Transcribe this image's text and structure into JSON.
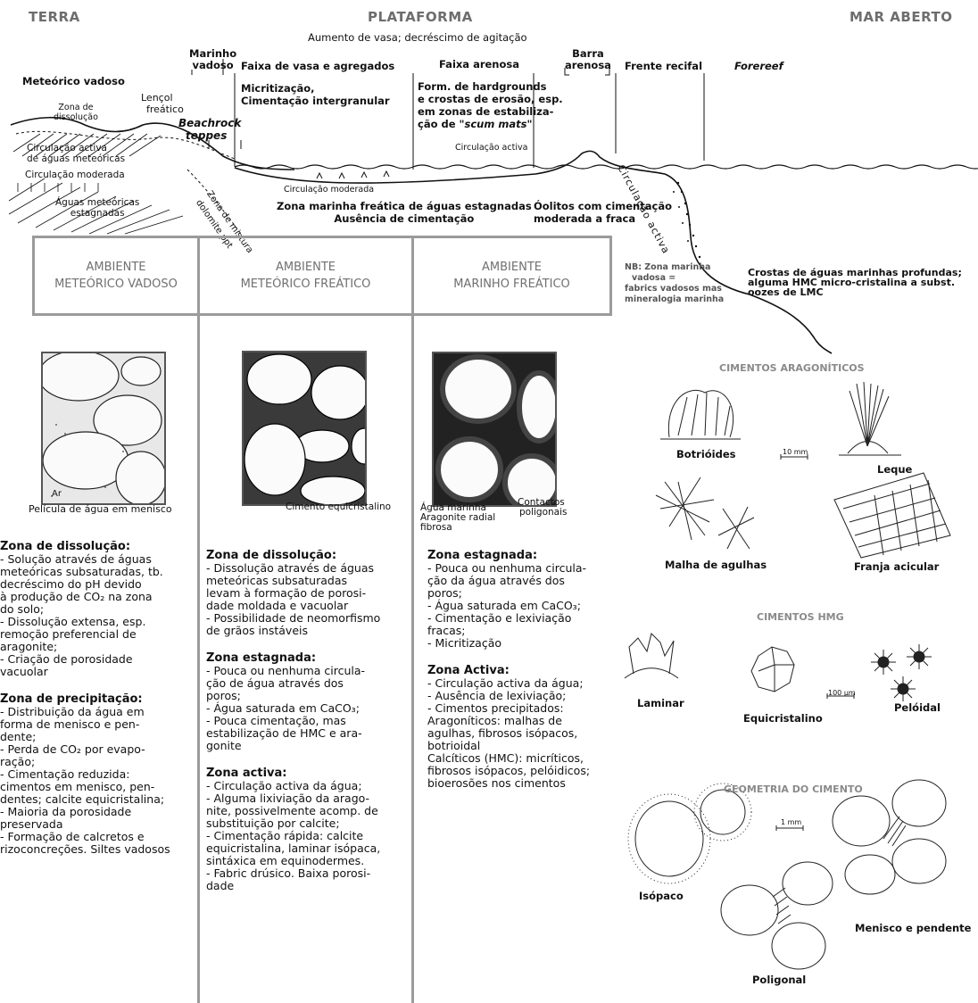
{
  "headers": {
    "terra": "TERRA",
    "plataforma": "PLATAFORMA",
    "mar_aberto": "MAR ABERTO"
  },
  "gradient_note": "Aumento de vasa; decréscimo de agitação",
  "zones": {
    "marinho_vadoso": [
      "Marinho",
      "vadoso"
    ],
    "faixa_vasa": "Faixa de vasa e agregados",
    "faixa_arenosa": "Faixa arenosa",
    "barra_arenosa": [
      "Barra",
      "arenosa"
    ],
    "frente_recifal": "Frente recifal",
    "forereef": "Forereef"
  },
  "profile_labels": {
    "meteorico_vadoso": "Meteórico vadoso",
    "zona_dissolucao": [
      "Zona de",
      "dissolução"
    ],
    "lencol_freatico": [
      "Lençol",
      "freático"
    ],
    "beachrock": [
      "Beachrock",
      "teppes"
    ],
    "micritizacao": [
      "Micritização,",
      "Cimentação intergranular"
    ],
    "hardgrounds": [
      "Form. de hardgrounds",
      "e crostas de erosão, esp.",
      "em zonas de estabiliza-",
      "ção de "
    ],
    "scum_mats": "\"scum mats\"",
    "circulacao_activa_top": "Circulação activa",
    "circ_activa_meteoricas": [
      "Circulação activa",
      "de águas meteóricas"
    ],
    "circ_moderada_left": "Circulação moderada",
    "aguas_estagnadas": [
      "Águas meteóricas",
      "estagnadas"
    ],
    "zona_mistura": "Zona de mistura",
    "dolomite": "dolomite ppt",
    "circ_moderada_center": "Circulação moderada",
    "zona_marinha_freatica": [
      "Zona marinha freática de águas estagnadas",
      "Ausência de cimentação"
    ],
    "oolitos": [
      "Óolitos com cimentação",
      "moderada a fraca"
    ],
    "circulacao_activa_slope": "Circulação activa",
    "nb_note": [
      "NB: Zona marinha",
      "vadosa =",
      "fabrics vadosos  mas",
      "mineralogia marinha"
    ],
    "crostas": [
      "Crostas de águas marinhas profundas;",
      "alguma HMC micro-cristalina a subst.",
      "oozes de LMC"
    ]
  },
  "environments": [
    {
      "line1": "AMBIENTE",
      "line2": "METEÓRICO VADOSO"
    },
    {
      "line1": "AMBIENTE",
      "line2": "METEÓRICO FREÁTICO"
    },
    {
      "line1": "AMBIENTE",
      "line2": "MARINHO FREÁTICO"
    }
  ],
  "photo_captions": {
    "vadoso": "Película de água em menisco",
    "ar": "Ar",
    "freatico": "Cimento equicristalino",
    "marinho_left": [
      "Água marinha",
      "Aragonite radial",
      "fibrosa"
    ],
    "marinho_right": [
      "Contactos",
      "poligonais"
    ]
  },
  "columns": [
    {
      "sections": [
        {
          "title": "Zona de dissolução:",
          "text": "- Solução através de águas\nmeteóricas subsaturadas, tb.\ndecréscimo do pH devido\nà produção de CO₂ na zona\ndo solo;\n- Dissolução extensa, esp.\nremoção preferencial de\naragonite;\n- Criação de porosidade\nvacuolar"
        },
        {
          "title": "Zona de precipitação:",
          "text": "- Distribuição da água em\nforma de menisco e pen-\ndente;\n- Perda de CO₂ por evapo-\nração;\n- Cimentação reduzida:\ncimentos em menisco, pen-\ndentes; calcite equicristalina;\n- Maioria da porosidade\npreservada\n- Formação de calcretos e\nrizoconcreções. Siltes vadosos"
        }
      ]
    },
    {
      "sections": [
        {
          "title": "Zona de dissolução:",
          "text": "- Dissolução através de águas\n  meteóricas subsaturadas\nlevam à formação de porosi-\ndade moldada e vacuolar\n- Possibilidade de neomorfismo\nde grãos instáveis"
        },
        {
          "title": "Zona estagnada:",
          "text": "- Pouca ou nenhuma circula-\nção de água através dos\nporos;\n- Água saturada em CaCO₃;\n- Pouca cimentação, mas\nestabilização de HMC e ara-\ngonite"
        },
        {
          "title": "Zona activa:",
          "text": "- Circulação activa da água;\n- Alguma lixiviação da arago-\nnite, possivelmente acomp. de\nsubstituição por calcite;\n- Cimentação rápida: calcite\nequicristalina, laminar isópaca,\nsintáxica em equinodermes.\n- Fabric drúsico. Baixa porosi-\ndade"
        }
      ]
    },
    {
      "sections": [
        {
          "title": "Zona estagnada:",
          "text": "- Pouca ou nenhuma circula-\nção da água através dos\nporos;\n- Água saturada em CaCO₃;\n- Cimentação e lexiviação\nfracas;\n- Micritização"
        },
        {
          "title": "Zona Activa:",
          "text": "- Circulação activa da água;\n- Ausência de lexiviação;\n- Cimentos precipitados:\n  Aragoníticos: malhas de\nagulhas, fibrosos isópacos,\nbotrioidal\n  Calcíticos (HMC): micríticos,\nfibrosos isópacos, pelóidicos;\nbioerosões nos cimentos"
        }
      ]
    }
  ],
  "cements": {
    "aragoniticos": {
      "title": "CIMENTOS ARAGONÍTICOS",
      "botrioides": "Botrióides",
      "scale": "10 mm",
      "leque": "Leque",
      "malha": "Malha de agulhas",
      "franja": "Franja acicular"
    },
    "hmg": {
      "title": "CIMENTOS HMG",
      "laminar": "Laminar",
      "equicristalino": "Equicristalino",
      "scale": "100 µm",
      "peloidal": "Pelóidal"
    },
    "geometria": {
      "title": "GEOMETRIA DO CIMENTO",
      "scale": "1 mm",
      "isopaco": "Isópaco",
      "menisco": "Menisco e pendente",
      "poligonal": "Poligonal"
    }
  }
}
